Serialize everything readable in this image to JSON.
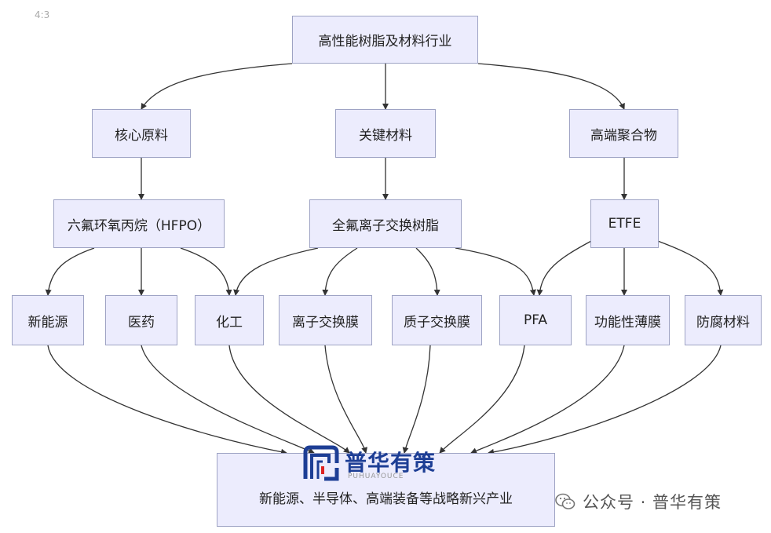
{
  "corner_label": "4:3",
  "nodes": {
    "root": "高性能树脂及材料行业",
    "core": "核心原料",
    "key": "关键材料",
    "poly": "高端聚合物",
    "hfpo": "六氟环氧丙烷（HFPO）",
    "pfsa": "全氟离子交换树脂",
    "etfe": "ETFE",
    "nev": "新能源",
    "med": "医药",
    "chem": "化工",
    "iem": "离子交换膜",
    "pem": "质子交换膜",
    "pfa": "PFA",
    "film": "功能性薄膜",
    "anti": "防腐材料",
    "final": "新能源、半导体、高端装备等战略新兴产业"
  },
  "logo": {
    "name": "普华有策",
    "subtitle": "PUHUAYOUCE"
  },
  "watermark": {
    "text": "公众号 · 普华有策",
    "icon": "wechat-icon"
  },
  "colors": {
    "node_fill": "#ececfd",
    "node_border": "#9ea3c4",
    "edge": "#333333",
    "logo": "#1d3e95"
  }
}
